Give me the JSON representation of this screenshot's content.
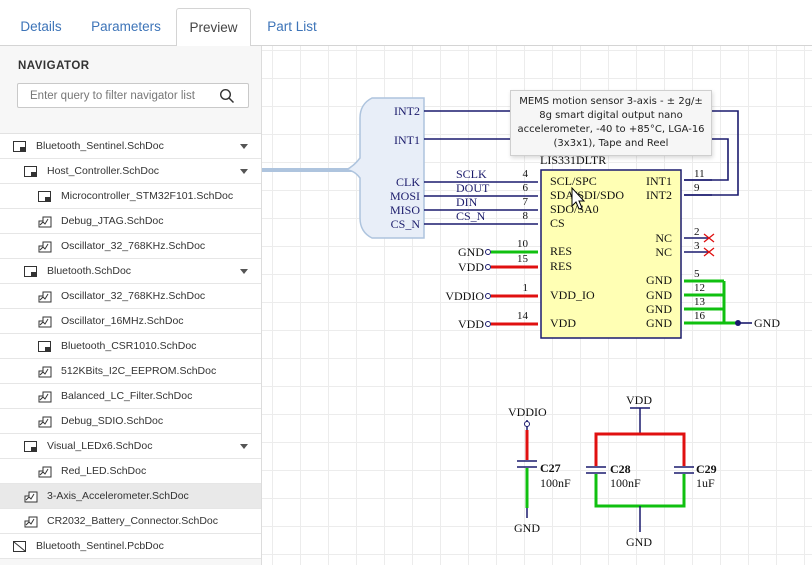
{
  "tabs": [
    {
      "label": "Details"
    },
    {
      "label": "Parameters"
    },
    {
      "label": "Preview",
      "active": true
    },
    {
      "label": "Part List"
    }
  ],
  "navigator": {
    "title": "NAVIGATOR",
    "search_placeholder": "Enter query to filter navigator list",
    "items": [
      {
        "label": "Bluetooth_Sentinel.SchDoc",
        "icon": "sheet-icon",
        "expandable": true
      },
      {
        "label": "Host_Controller.SchDoc",
        "icon": "sheet-icon",
        "expandable": true
      },
      {
        "label": "Microcontroller_STM32F101.SchDoc",
        "icon": "sheet-icon"
      },
      {
        "label": "Debug_JTAG.SchDoc",
        "icon": "component-sheet-icon"
      },
      {
        "label": "Oscillator_32_768KHz.SchDoc",
        "icon": "component-sheet-icon"
      },
      {
        "label": "Bluetooth.SchDoc",
        "icon": "sheet-icon",
        "expandable": true
      },
      {
        "label": "Oscillator_32_768KHz.SchDoc",
        "icon": "component-sheet-icon"
      },
      {
        "label": "Oscillator_16MHz.SchDoc",
        "icon": "component-sheet-icon"
      },
      {
        "label": "Bluetooth_CSR1010.SchDoc",
        "icon": "sheet-icon"
      },
      {
        "label": "512KBits_I2C_EEPROM.SchDoc",
        "icon": "component-sheet-icon"
      },
      {
        "label": "Balanced_LC_Filter.SchDoc",
        "icon": "component-sheet-icon"
      },
      {
        "label": "Debug_SDIO.SchDoc",
        "icon": "component-sheet-icon"
      },
      {
        "label": "Visual_LEDx6.SchDoc",
        "icon": "sheet-icon",
        "expandable": true
      },
      {
        "label": "Red_LED.SchDoc",
        "icon": "component-sheet-icon"
      },
      {
        "label": "3-Axis_Accelerometer.SchDoc",
        "icon": "component-sheet-icon",
        "selected": true
      },
      {
        "label": "CR2032_Battery_Connector.SchDoc",
        "icon": "component-sheet-icon"
      },
      {
        "label": "Bluetooth_Sentinel.PcbDoc",
        "icon": "pcb-icon"
      }
    ]
  },
  "tooltip": {
    "text": "MEMS motion sensor 3-axis - ± 2g/± 8g smart digital output nano accelerometer, -40 to +85°C, LGA-16 (3x3x1), Tape and Reel"
  },
  "schematic": {
    "ports": {
      "int2": "INT2",
      "int1": "INT1",
      "clk": "CLK",
      "mosi": "MOSI",
      "miso": "MISO",
      "cs_n": "CS_N"
    },
    "nets": {
      "sclk": "SCLK",
      "dout": "DOUT",
      "din": "DIN",
      "cs_n": "CS_N"
    },
    "power": {
      "gnd": "GND",
      "vdd": "VDD",
      "vddio": "VDDIO"
    },
    "ic": {
      "part": "LIS331DLTR",
      "left_pins": [
        {
          "num": "4",
          "name": "SCL/SPC"
        },
        {
          "num": "6",
          "name": "SDA/SDI/SDO"
        },
        {
          "num": "7",
          "name": "SDO/SA0"
        },
        {
          "num": "8",
          "name": "CS"
        },
        {
          "num": "10",
          "name": "RES"
        },
        {
          "num": "15",
          "name": "RES"
        },
        {
          "num": "1",
          "name": "VDD_IO"
        },
        {
          "num": "14",
          "name": "VDD"
        }
      ],
      "right_pins": [
        {
          "num": "11",
          "name": "INT1"
        },
        {
          "num": "9",
          "name": "INT2"
        },
        {
          "num": "2",
          "name": "NC"
        },
        {
          "num": "3",
          "name": "NC"
        },
        {
          "num": "5",
          "name": "GND"
        },
        {
          "num": "12",
          "name": "GND"
        },
        {
          "num": "13",
          "name": "GND"
        },
        {
          "num": "16",
          "name": "GND"
        }
      ]
    },
    "caps": [
      {
        "ref": "C27",
        "value": "100nF"
      },
      {
        "ref": "C28",
        "value": "100nF"
      },
      {
        "ref": "C29",
        "value": "1uF"
      }
    ]
  },
  "colors": {
    "wire": "#1a1a6e",
    "ic_fill": "#ffffb4",
    "pin_red": "#e01010",
    "pin_green": "#10c010",
    "bus_blue": "#aec4de"
  }
}
